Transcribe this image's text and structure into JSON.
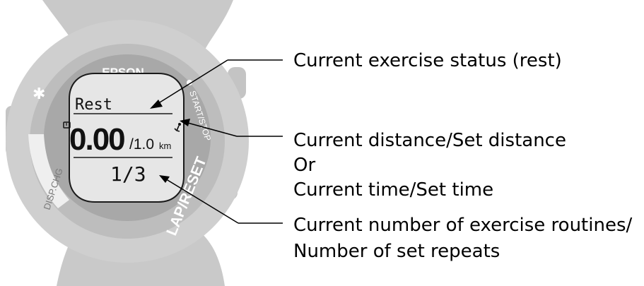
{
  "watch": {
    "brand": "EPSON",
    "buttons": {
      "start_stop": "START/STOP",
      "lap_reset": "LAP/RESET",
      "disp_chg": "DISP.CHG"
    },
    "screen": {
      "status": "Rest",
      "distance_current": "0.00",
      "distance_set": "/1.0",
      "unit": "km",
      "routine_count": "1/3"
    }
  },
  "callouts": {
    "status": "Current exercise status (rest)",
    "distance_line1": "Current distance/Set distance",
    "distance_or": "Or",
    "distance_line2": "Current time/Set time",
    "routines_line1": "Current number of exercise routines/",
    "routines_line2": "Number of set repeats"
  },
  "colors": {
    "strap": "#c8c8c8",
    "bezel": "#d3d3d3",
    "bezel_dark": "#b4b4b4",
    "lcd": "#e6e6e6",
    "outline": "#1a1a1a"
  }
}
